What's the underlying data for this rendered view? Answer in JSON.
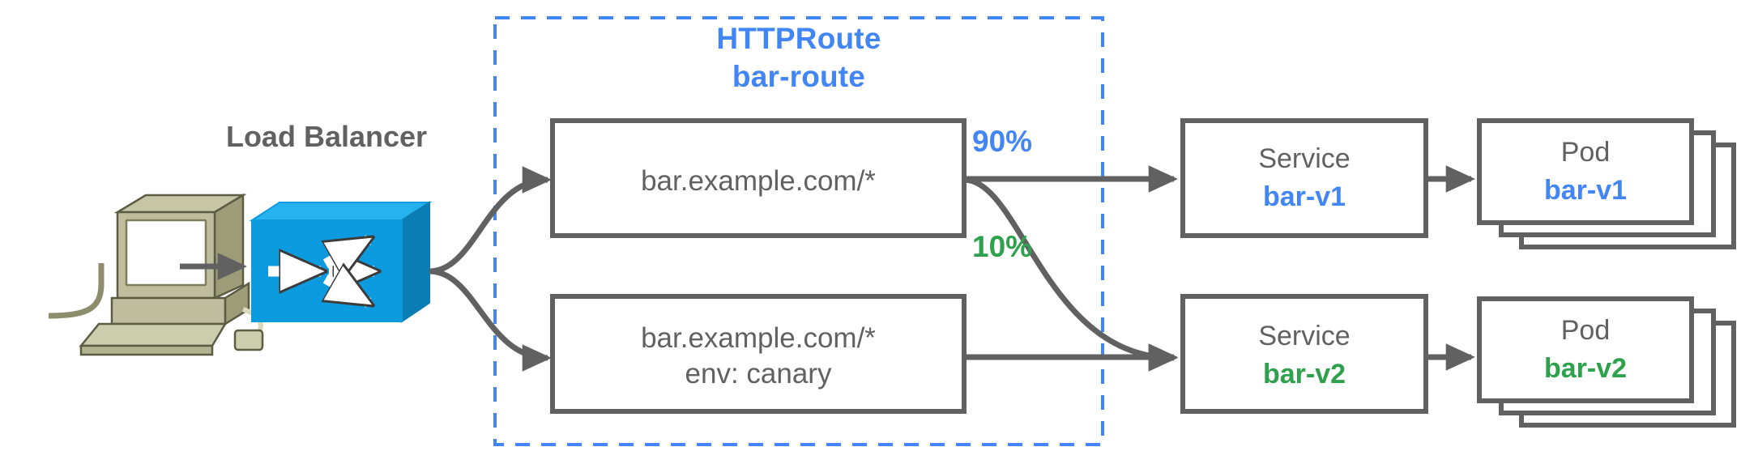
{
  "diagram": {
    "title": "Gateway API HTTPRoute traffic splitting diagram",
    "colors": {
      "blue": "#4285F4",
      "green": "#2EA14D",
      "gray": "#616161",
      "switch_blue": "#0C9BDF",
      "computer_khaki": "#A8A87E"
    },
    "client": {
      "icon": "computer-icon"
    },
    "load_balancer": {
      "label": "Load Balancer",
      "icon": "network-switch-icon"
    },
    "httproute": {
      "kind_label": "HTTPRoute",
      "name_label": "bar-route",
      "rules": [
        {
          "id": "rule-primary",
          "lines": [
            "bar.example.com/*"
          ]
        },
        {
          "id": "rule-canary",
          "lines": [
            "bar.example.com/*",
            "env: canary"
          ]
        }
      ],
      "weights": [
        {
          "id": "weight-90",
          "label": "90%",
          "color": "#4285F4"
        },
        {
          "id": "weight-10",
          "label": "10%",
          "color": "#2EA14D"
        }
      ]
    },
    "backends": [
      {
        "id": "backend-v1",
        "service": {
          "kind": "Service",
          "name": "bar-v1",
          "color": "#4285F4"
        },
        "pod": {
          "kind": "Pod",
          "name": "bar-v1",
          "color": "#4285F4",
          "replicas": 3
        }
      },
      {
        "id": "backend-v2",
        "service": {
          "kind": "Service",
          "name": "bar-v2",
          "color": "#2EA14D"
        },
        "pod": {
          "kind": "Pod",
          "name": "bar-v2",
          "color": "#2EA14D",
          "replicas": 3
        }
      }
    ]
  }
}
